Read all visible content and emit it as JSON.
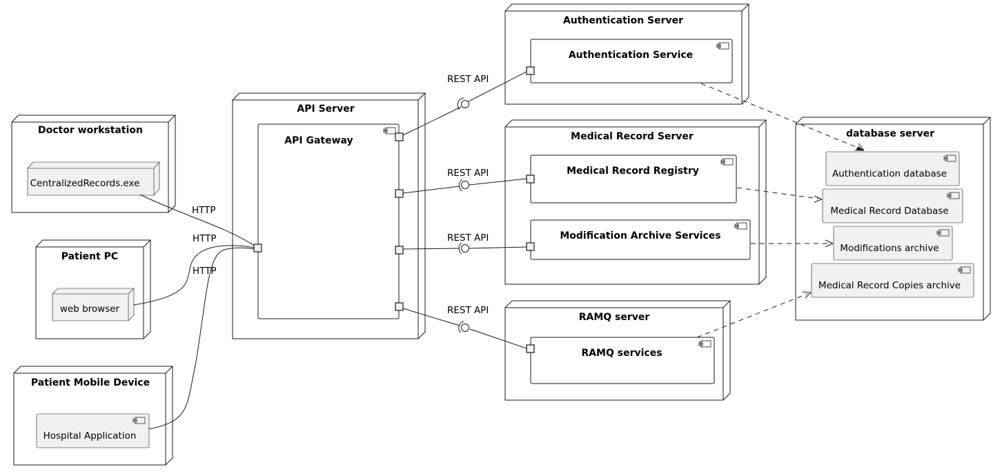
{
  "nodes": {
    "doctor_workstation": {
      "title": "Doctor workstation",
      "artifact": "CentralizedRecords.exe"
    },
    "patient_pc": {
      "title": "Patient PC",
      "artifact": "web browser"
    },
    "patient_mobile": {
      "title": "Patient Mobile Device",
      "component": "Hospital Application"
    },
    "api_server": {
      "title": "API Server",
      "component": "API Gateway"
    },
    "auth_server": {
      "title": "Authentication Server",
      "component": "Authentication Service"
    },
    "medical_server": {
      "title": "Medical Record Server",
      "registry": "Medical Record Registry",
      "archive": "Modification Archive Services"
    },
    "ramq_server": {
      "title": "RAMQ server",
      "component": "RAMQ services"
    },
    "database_server": {
      "title": "database server",
      "components": [
        "Authentication database",
        "Medical Record Database",
        "Modifications archive",
        "Medical Record Copies archive"
      ]
    }
  },
  "edge_labels": {
    "http_doctor": "HTTP",
    "http_pc": "HTTP",
    "http_mobile": "HTTP",
    "rest_auth": "REST API",
    "rest_registry": "REST API",
    "rest_archive": "REST API",
    "rest_ramq": "REST API"
  }
}
